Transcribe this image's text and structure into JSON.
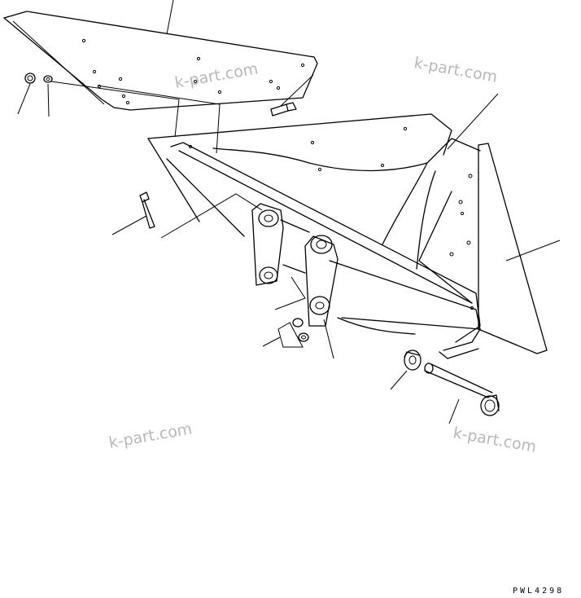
{
  "watermarks": [
    "k-part.com",
    "k-part.com",
    "k-part.com",
    "k-part.com"
  ],
  "drawing_code": "PWL4298"
}
